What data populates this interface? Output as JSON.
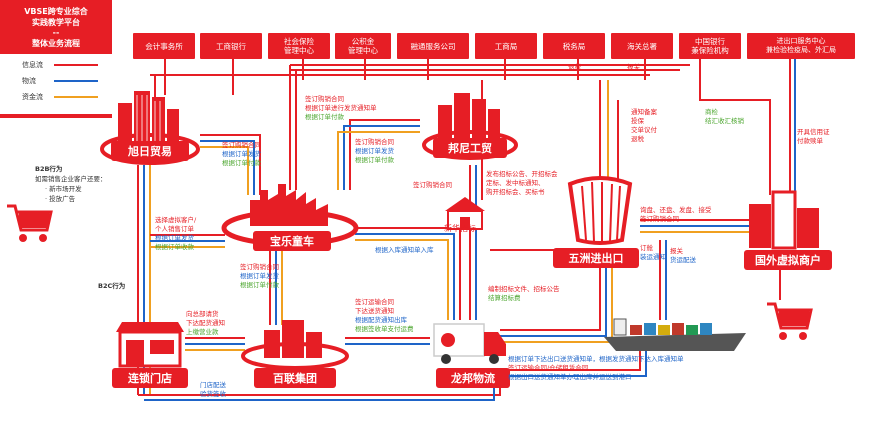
{
  "title": {
    "line1": "VBSE跨专业综合",
    "line2": "实践教学平台",
    "line3": "--",
    "line4": "整体业务流程"
  },
  "legend": [
    {
      "label": "信息流",
      "color": "#e61e25"
    },
    {
      "label": "物流",
      "color": "#1e64c8"
    },
    {
      "label": "资金流",
      "color": "#f0a020"
    }
  ],
  "top_nodes": [
    "会计事务所",
    "工商银行",
    "社会保险\n管理中心",
    "公积金\n管理中心",
    "融通服务公司",
    "工商局",
    "税务局",
    "海关总署",
    "中国银行\n兼保险机构",
    "进出口服务中心\n兼检验检疫局、外汇局"
  ],
  "entities": {
    "xuri": "旭日贸易",
    "bangni": "邦尼工贸",
    "baole": "宝乐童车",
    "wuzhou": "五洲进出口",
    "guowai": "国外虚拟商户",
    "liansuo": "连锁门店",
    "bailian": "百联集团",
    "longbang": "龙邦物流",
    "xinhua": "新华招标"
  },
  "notes": {
    "b2b": {
      "title": "B2B行为",
      "lines": [
        "如需销售企业客户还要：",
        "· 新市场开发",
        "· 投放广告"
      ]
    },
    "b2c": "B2C行为"
  },
  "labels": {
    "a1": "签订购销合同",
    "a2": "根据订单进行发货通知单",
    "a3": "根据订单付款",
    "b1": "签订购销合同",
    "b2": "根据订单发货",
    "b3": "根据订单付款",
    "c1": "签订购销合同",
    "c2": "根据订单发货",
    "c3": "根据订单付款",
    "d1": "选择虚拟客户/",
    "d2": "个人销售订单",
    "d3": "根据订单发货",
    "d4": "根据订单收款",
    "e1": "签订购销合同",
    "e2": "根据订单发货",
    "e3": "根据订单付款",
    "f1": "向总部请货",
    "f2": "下达配货通知",
    "f3": "上缴营业款",
    "g1": "门店配送",
    "g2": "验货签收",
    "h1": "签订运输合同",
    "h2": "下达送货通知",
    "h3": "根据配货通知出库",
    "h4": "根据签收单支付运费",
    "i1": "编制招标文件、招标公告",
    "i2": "结算招标费",
    "j1": "发布招标公告、开招标会",
    "j2": "定标、发中标通知、",
    "j3": "购开招标会、买标书",
    "k1": "签订购销合同",
    "l1": "根据入库通知单入库",
    "m1": "通知备案",
    "m2": "投保",
    "m3": "交单议付",
    "m4": "退税",
    "n1": "商检",
    "n2": "结汇收汇核销",
    "o1": "开具信用证",
    "o2": "付款赎单",
    "p1": "询盘、还盘、发盘、接受",
    "p2": "签订购销合同",
    "q1": "订舱",
    "q2": "装运通知",
    "r1": "报关",
    "r2": "货运配送",
    "s1": "根据订单下达出口送货通知单，根据发货通知下达入库通知单",
    "s2": "签订运输合同/仓储租赁合同",
    "s3": "根据出口送货通知单办理出库并运送到港口",
    "t1": "退税",
    "t2": "报关"
  }
}
